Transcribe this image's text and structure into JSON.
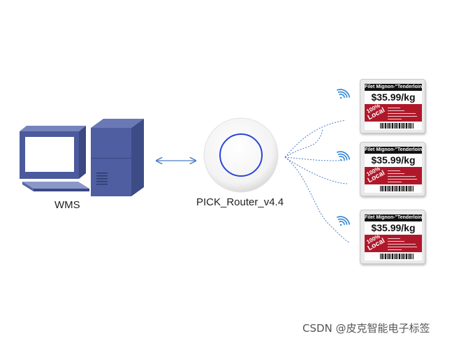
{
  "labels": {
    "wms": "WMS",
    "router": "PICK_Router_v4.4",
    "watermark": "CSDN @皮克智能电子标签"
  },
  "tags": [
    {
      "title": "Filet Mignon-\"Tenderloin\"",
      "price": "$35.99/kg",
      "badge_top": "100%",
      "badge_bottom": "Local"
    },
    {
      "title": "Filet Mignon-\"Tenderloin\"",
      "price": "$35.99/kg",
      "badge_top": "100%",
      "badge_bottom": "Local"
    },
    {
      "title": "Filet Mignon-\"Tenderloin\"",
      "price": "$35.99/kg",
      "badge_top": "100%",
      "badge_bottom": "Local"
    }
  ],
  "colors": {
    "connector": "#4a7cc4",
    "router_ring": "#2a45d8",
    "computer_body": "#4a5a9c",
    "tag_panel": "#b0182a",
    "wifi": "#2f86d6"
  },
  "icons": {
    "computer": "desktop-computer-icon",
    "router": "router-icon",
    "wifi": "wifi-signal-icon"
  }
}
